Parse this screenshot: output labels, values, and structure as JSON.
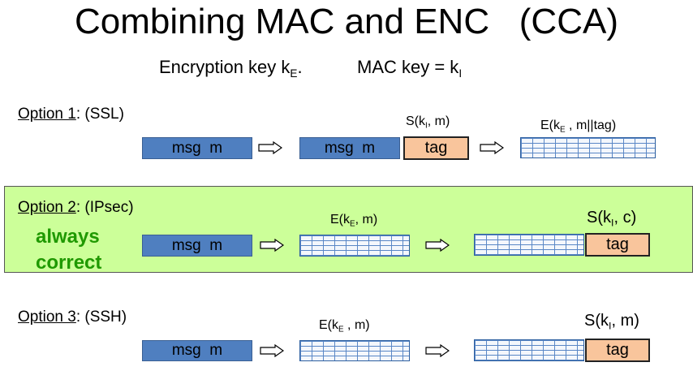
{
  "title": "Combining MAC and ENC   (CCA)",
  "keys": {
    "enc_text": "Encryption key  k",
    "enc_sub": "E",
    "enc_dot": ".",
    "mac_text": "MAC key = k",
    "mac_sub": "I"
  },
  "option1": {
    "label": "Option 1",
    "suffix": ":   (SSL)",
    "msg": "msg  m",
    "msg2": "msg  m",
    "sig_label_pre": "S(k",
    "sig_label_sub": "I",
    "sig_label_post": ", m)",
    "tag": "tag",
    "enc_label_pre": "E(k",
    "enc_label_sub": "E",
    "enc_label_post": " , m||tag)"
  },
  "option2": {
    "label": "Option 2",
    "suffix": ":   (IPsec)",
    "note_line1": "always",
    "note_line2": "correct",
    "msg": "msg  m",
    "enc_label_pre": "E(k",
    "enc_label_sub": "E",
    "enc_label_post": ", m)",
    "sig_label_pre": "S(k",
    "sig_label_sub": "I",
    "sig_label_post": ", c)",
    "tag": "tag"
  },
  "option3": {
    "label": "Option 3",
    "suffix": ":   (SSH)",
    "msg": "msg  m",
    "enc_label_pre": "E(k",
    "enc_label_sub": "E",
    "enc_label_post": " , m)",
    "sig_label_pre": "S(k",
    "sig_label_sub": "I",
    "sig_label_post": ", m)",
    "tag": "tag"
  },
  "colors": {
    "msg_fill": "#4f7fc0",
    "tag_fill": "#f9c59c",
    "band_fill": "#ccff99",
    "note_green": "#1f9900"
  }
}
